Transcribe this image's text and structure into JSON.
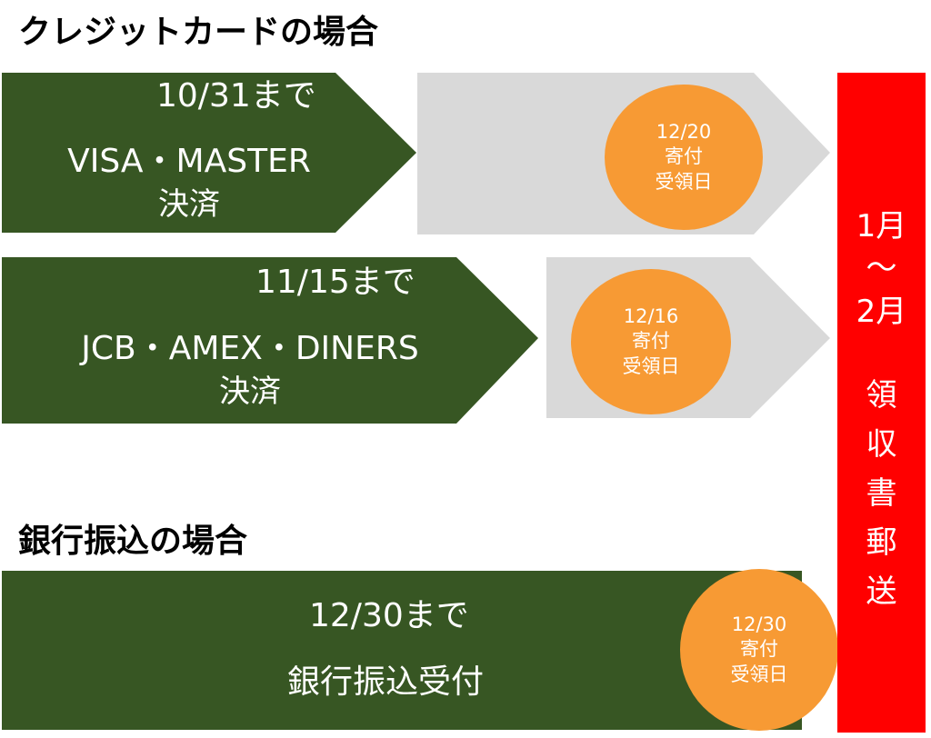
{
  "colors": {
    "green": "#375623",
    "gray": "#d9d9d9",
    "orange": "#f79a34",
    "red": "#ff0000",
    "text_white": "#ffffff"
  },
  "credit_heading": "クレジットカードの場合",
  "bank_heading": "銀行振込の場合",
  "rows": [
    {
      "deadline": "10/31まで",
      "method_line1": "VISA・MASTER",
      "method_line2": "決済",
      "receipt": {
        "date": "12/20",
        "line2": "寄付",
        "line3": "受領日"
      }
    },
    {
      "deadline": "11/15まで",
      "method_line1": "JCB・AMEX・DINERS",
      "method_line2": "決済",
      "receipt": {
        "date": "12/16",
        "line2": "寄付",
        "line3": "受領日"
      }
    }
  ],
  "bank": {
    "deadline": "12/30まで",
    "method": "銀行振込受付",
    "receipt": {
      "date": "12/30",
      "line2": "寄付",
      "line3": "受領日"
    }
  },
  "mailing": {
    "month_start": "1月",
    "tilde": "〜",
    "month_end": "2月",
    "chars": [
      "領",
      "収",
      "書",
      "郵",
      "送"
    ]
  }
}
